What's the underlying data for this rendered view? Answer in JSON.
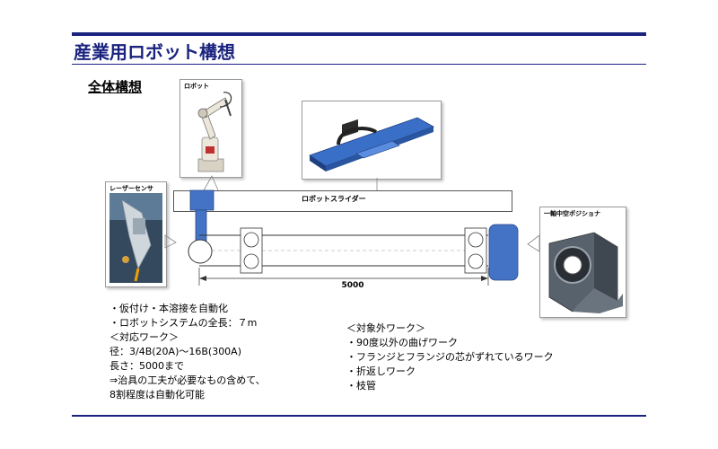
{
  "header": {
    "title": "産業用ロボット構想",
    "subtitle": "全体構想"
  },
  "photos": {
    "robot_label": "ロボット",
    "laser_sensor_label": "レーザーセンサ",
    "positioner_label": "一軸中空ポジショナ"
  },
  "diagram": {
    "slider_label": "ロボットスライダー",
    "dimension_label": "5000"
  },
  "left_notes": [
    "・仮付け・本溶接を自動化",
    "・ロボットシステムの全長：７m",
    "＜対応ワーク＞",
    "径：3/4B(20A)～16B(300A)",
    "長さ：5000まで",
    "⇒治具の工夫が必要なもの含めて、",
    "8割程度は自動化可能"
  ],
  "right_notes": [
    "＜対象外ワーク＞",
    "・90度以外の曲げワーク",
    "・フランジとフランジの芯がずれているワーク",
    "・折返しワーク",
    "・枝管"
  ],
  "colors": {
    "accent": "#1a237e",
    "device_blue": "#4472c4"
  }
}
